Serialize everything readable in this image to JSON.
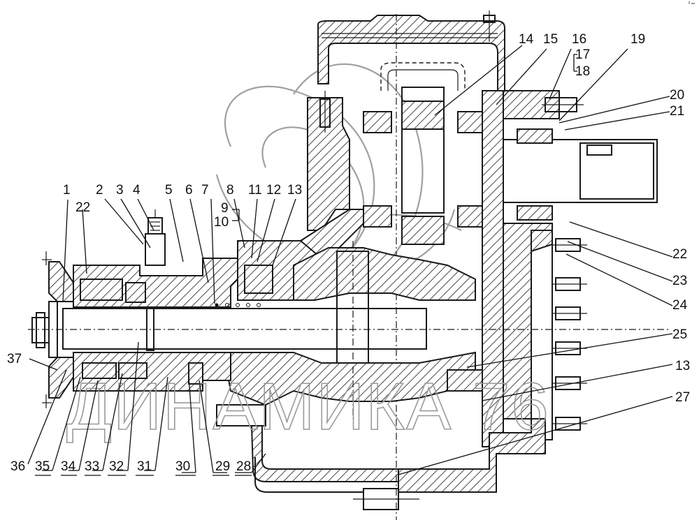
{
  "drawing": {
    "type": "engineering cross-section",
    "subject": "gear reduction unit assembly",
    "corner_mark": "ᵈ ═",
    "watermark": {
      "text": "ДИНАМИКА 76",
      "logo": "swirl-logo"
    },
    "callouts": [
      {
        "id": "1",
        "label": "1"
      },
      {
        "id": "2",
        "label": "2"
      },
      {
        "id": "3",
        "label": "3"
      },
      {
        "id": "4",
        "label": "4"
      },
      {
        "id": "5",
        "label": "5"
      },
      {
        "id": "6",
        "label": "6"
      },
      {
        "id": "7",
        "label": "7"
      },
      {
        "id": "8",
        "label": "8"
      },
      {
        "id": "9",
        "label": "9"
      },
      {
        "id": "10",
        "label": "10"
      },
      {
        "id": "11",
        "label": "11"
      },
      {
        "id": "12",
        "label": "12"
      },
      {
        "id": "13a",
        "label": "13"
      },
      {
        "id": "14",
        "label": "14"
      },
      {
        "id": "15",
        "label": "15"
      },
      {
        "id": "16",
        "label": "16"
      },
      {
        "id": "17",
        "label": "17"
      },
      {
        "id": "18",
        "label": "18"
      },
      {
        "id": "19",
        "label": "19"
      },
      {
        "id": "20",
        "label": "20"
      },
      {
        "id": "21",
        "label": "21"
      },
      {
        "id": "22a",
        "label": "22"
      },
      {
        "id": "22b",
        "label": "22"
      },
      {
        "id": "23",
        "label": "23"
      },
      {
        "id": "24",
        "label": "24"
      },
      {
        "id": "25",
        "label": "25"
      },
      {
        "id": "13b",
        "label": "13"
      },
      {
        "id": "27",
        "label": "27"
      },
      {
        "id": "28",
        "label": "28"
      },
      {
        "id": "29",
        "label": "29"
      },
      {
        "id": "30",
        "label": "30"
      },
      {
        "id": "31",
        "label": "31"
      },
      {
        "id": "32",
        "label": "32"
      },
      {
        "id": "33",
        "label": "33"
      },
      {
        "id": "34",
        "label": "34"
      },
      {
        "id": "35",
        "label": "35"
      },
      {
        "id": "36",
        "label": "36"
      },
      {
        "id": "37",
        "label": "37"
      }
    ]
  }
}
